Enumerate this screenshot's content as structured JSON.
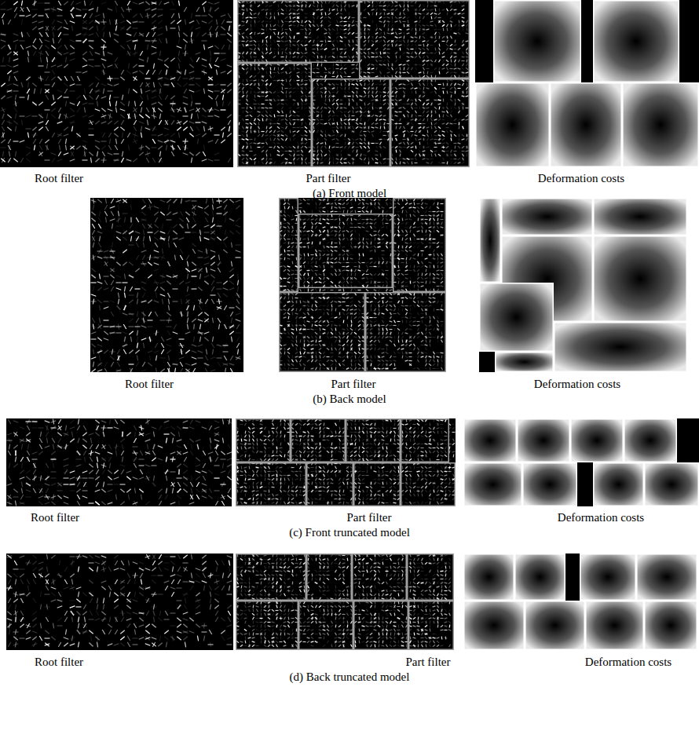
{
  "diagram": {
    "labels": [
      "Root filter",
      "Part filter",
      "Deformation costs",
      "(a) Front model",
      "Root filter",
      "Part filter",
      "Deformation costs",
      "(b) Back model",
      "Root filter",
      "Part filter",
      "Deformation costs",
      "(c) Front truncated model",
      "Root filter",
      "Part filter",
      "Deformation costs",
      "(d) Back truncated model"
    ]
  }
}
